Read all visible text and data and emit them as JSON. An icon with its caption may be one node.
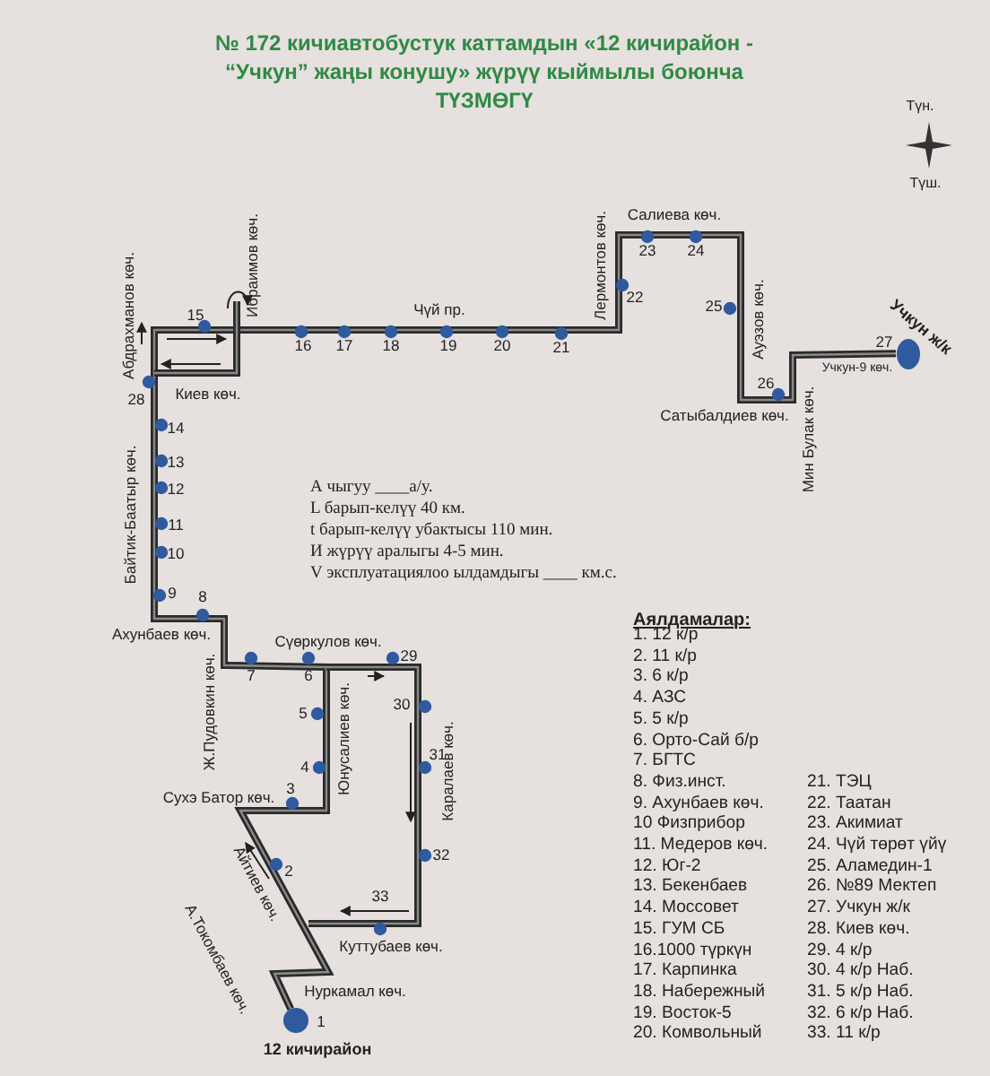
{
  "diagram": {
    "title": "№ 172 кичиавтобустук каттамдын «12 кичирайон - “Учкун” жаңы конушу» жүрүү кыймылы боюнча ТҮЗМӨГҮ",
    "nodes": [
      {
        "text": [],
        "shape": "circle",
        "beside": [
          "1",
          "12 кичирайон"
        ]
      },
      {
        "text": [],
        "shape": "circle",
        "beside": [
          "27",
          "Учкун ж/к"
        ]
      }
    ],
    "edges": [
      {
        "from": 0,
        "to": 1,
        "arrow": "none"
      }
    ],
    "labels": [
      "Түн.",
      "Түш.",
      "Салиева көч.",
      "23",
      "24",
      "Ибраимов көч.",
      "Лермонтов көч.",
      "22",
      "15",
      "Чүй пр.",
      "Абдрахманов көч.",
      "25",
      "Ауэзов көч.",
      "16",
      "17",
      "18",
      "19",
      "20",
      "21",
      "28",
      "Учкун-9 көч.",
      "26",
      "Киев көч.",
      "Сатыбалдиев көч.",
      "Мин Булак көч.",
      "14",
      "13",
      "12",
      "Байтик-Баатыр көч.",
      "11",
      "10",
      "А чыгуу ____а/у.",
      "L барып-келүү 40 км.",
      "t барып-келүү убактысы 110 мин.",
      "И жүрүү аралыгы 4-5 мин.",
      "V эксплуатациялоо ылдамдыгы ____ км.с.",
      "9",
      "8",
      "Ахунбаев көч.",
      "Сүөркулов көч.",
      "7",
      "6",
      "29",
      "Аялдамалар:",
      "1. 12 к/р",
      "2. 11 к/р",
      "3. 6 к/р",
      "4. АЗС",
      "5. 5 к/р",
      "6. Орто-Сай б/р",
      "7. БГТС",
      "8. Физ.инст.",
      "9. Ахунбаев көч.",
      "10 Физприбор",
      "11. Медеров көч.",
      "12. Юг-2",
      "13. Бекенбаев",
      "14. Моссовет",
      "15. ГУМ СБ",
      "16.1000 түркүн",
      "17. Карпинка",
      "18. Набережный",
      "19. Восток-5",
      "20. Комвольный",
      "21. ТЭЦ",
      "22. Таатан",
      "23. Акимиат",
      "24. Чүй төрөт үйү",
      "25. Аламедин-1",
      "26. №89 Мектеп",
      "27. Учкун ж/к",
      "28. Киев көч.",
      "29. 4 к/р",
      "30. 4 к/р Наб.",
      "31. 5 к/р Наб.",
      "32. 6 к/р Наб.",
      "33. 11 к/р",
      "Ж.Пудовкин көч.",
      "Юнусалиев көч.",
      "5",
      "30",
      "Каралаев көч.",
      "4",
      "31",
      "Сухэ Батор көч.",
      "3",
      "2",
      "Айтиев көч.",
      "32",
      "33",
      "А.Токомбаев көч.",
      "Куттубаев көч.",
      "Нуркамал көч."
    ]
  }
}
